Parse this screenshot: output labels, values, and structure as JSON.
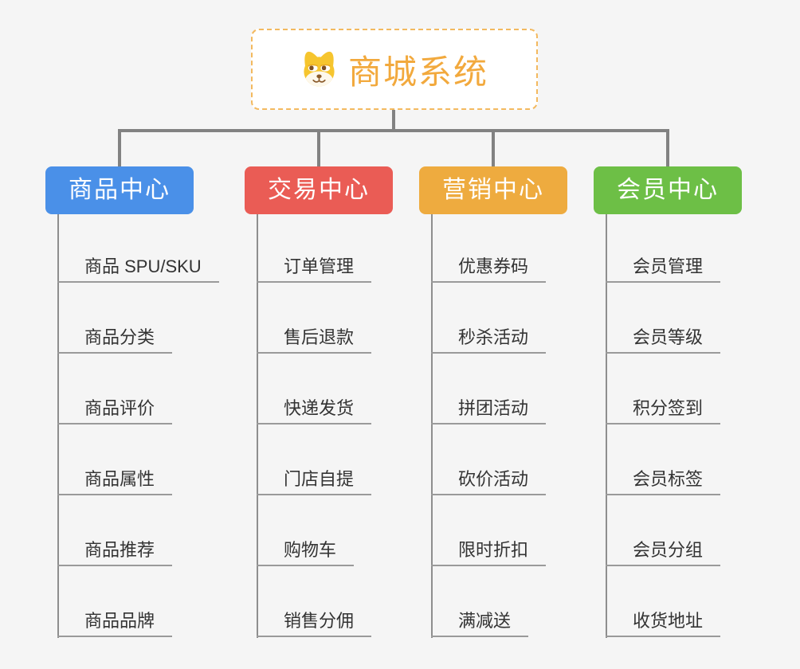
{
  "root": {
    "title": "商城系统",
    "title_color": "#f2a93d",
    "border_color": "#f3b95f",
    "icon": "shiba-dog-icon"
  },
  "columns": [
    {
      "label": "商品中心",
      "color": "#4a90e8",
      "items": [
        "商品 SPU/SKU",
        "商品分类",
        "商品评价",
        "商品属性",
        "商品推荐",
        "商品品牌"
      ]
    },
    {
      "label": "交易中心",
      "color": "#ea5c55",
      "items": [
        "订单管理",
        "售后退款",
        "快递发货",
        "门店自提",
        "购物车",
        "销售分佣"
      ]
    },
    {
      "label": "营销中心",
      "color": "#eeab3f",
      "items": [
        "优惠券码",
        "秒杀活动",
        "拼团活动",
        "砍价活动",
        "限时折扣",
        "满减送"
      ]
    },
    {
      "label": "会员中心",
      "color": "#6dbf46",
      "items": [
        "会员管理",
        "会员等级",
        "积分签到",
        "会员标签",
        "会员分组",
        "收货地址"
      ]
    }
  ],
  "style": {
    "background": "#f5f5f5",
    "connector_color": "#828282",
    "underline_color": "#9a9a9a",
    "leaf_text_color": "#333333"
  }
}
